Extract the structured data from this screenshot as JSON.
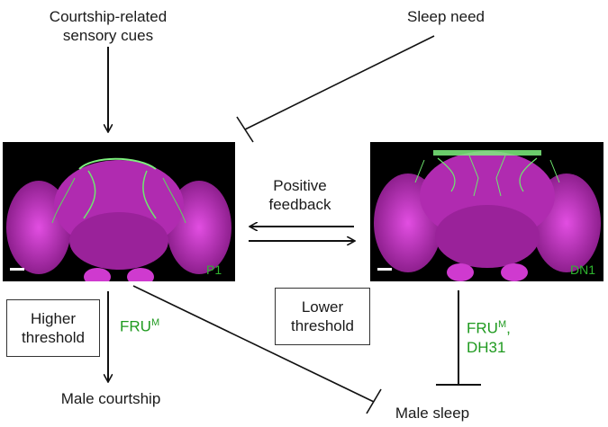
{
  "labels": {
    "cues_line1": "Courtship-related",
    "cues_line2": "sensory cues",
    "sleep_need": "Sleep need",
    "positive_line1": "Positive",
    "positive_line2": "feedback",
    "higher_line1": "Higher",
    "higher_line2": "threshold",
    "lower_line1": "Lower",
    "lower_line2": "threshold",
    "fru_left": "FRU",
    "fru_left_sup": "M",
    "fru_right": "FRU",
    "fru_right_sup": "M",
    "dh31": "DH31",
    "male_courtship": "Male courtship",
    "male_sleep": "Male sleep",
    "panel_left_label": "P1",
    "panel_right_label": "DN1"
  },
  "colors": {
    "brain": "#c630c6",
    "neuron": "#6fe86f",
    "label_green": "#1f9a1f"
  }
}
